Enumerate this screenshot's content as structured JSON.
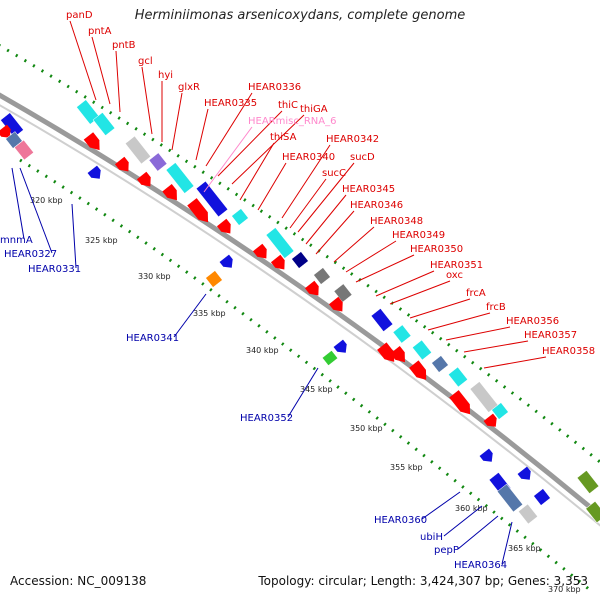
{
  "title": "Herminiimonas arsenicoxydans, complete genome",
  "accession": "Accession: NC_009138",
  "topology": "Topology: circular; Length: 3,424,307 bp; Genes: 3,353",
  "colors": {
    "forward_gene": "#ff0000",
    "cds_cyan": "#22e5e5",
    "cds_blue": "#1111dd",
    "cds_navy": "#000088",
    "cds_gray": "#c8c8c8",
    "cds_darkgray": "#777777",
    "cds_purple": "#8a6ad8",
    "cds_steel": "#5577aa",
    "cds_pink": "#ee7799",
    "cds_orange": "#ff8800",
    "cds_green": "#33cc33",
    "cds_olive": "#669922",
    "gc_skew": "#118811",
    "backbone": "#999999",
    "upper_label": "#dd0000",
    "ncrna_label": "#ff88cc",
    "lower_label": "#0000aa"
  },
  "ticks": [
    "320 kbp",
    "325 kbp",
    "330 kbp",
    "335 kbp",
    "340 kbp",
    "345 kbp",
    "350 kbp",
    "355 kbp",
    "360 kbp",
    "365 kbp",
    "370 kbp"
  ],
  "upper_labels": [
    {
      "text": "panD",
      "kind": "gene"
    },
    {
      "text": "pntA",
      "kind": "gene"
    },
    {
      "text": "pntB",
      "kind": "gene"
    },
    {
      "text": "gcl",
      "kind": "gene"
    },
    {
      "text": "hyi",
      "kind": "gene"
    },
    {
      "text": "glxR",
      "kind": "gene"
    },
    {
      "text": "HEAR0336",
      "kind": "gene"
    },
    {
      "text": "HEAR0335",
      "kind": "gene"
    },
    {
      "text": "thiC",
      "kind": "gene"
    },
    {
      "text": "thiGA",
      "kind": "gene"
    },
    {
      "text": "HEARmisc_RNA_6",
      "kind": "rna"
    },
    {
      "text": "thiSA",
      "kind": "gene"
    },
    {
      "text": "HEAR0342",
      "kind": "gene"
    },
    {
      "text": "HEAR0340",
      "kind": "gene"
    },
    {
      "text": "sucD",
      "kind": "gene"
    },
    {
      "text": "sucC",
      "kind": "gene"
    },
    {
      "text": "HEAR0345",
      "kind": "gene"
    },
    {
      "text": "HEAR0346",
      "kind": "gene"
    },
    {
      "text": "HEAR0348",
      "kind": "gene"
    },
    {
      "text": "HEAR0349",
      "kind": "gene"
    },
    {
      "text": "HEAR0350",
      "kind": "gene"
    },
    {
      "text": "HEAR0351",
      "kind": "gene"
    },
    {
      "text": "oxc",
      "kind": "gene"
    },
    {
      "text": "frcA",
      "kind": "gene"
    },
    {
      "text": "frcB",
      "kind": "gene"
    },
    {
      "text": "HEAR0356",
      "kind": "gene"
    },
    {
      "text": "HEAR0357",
      "kind": "gene"
    },
    {
      "text": "HEAR0358",
      "kind": "gene"
    }
  ],
  "lower_labels": [
    {
      "text": "mnmA"
    },
    {
      "text": "HEAR0327"
    },
    {
      "text": "HEAR0331"
    },
    {
      "text": "HEAR0341"
    },
    {
      "text": "HEAR0352"
    },
    {
      "text": "HEAR0360"
    },
    {
      "text": "ubiH"
    },
    {
      "text": "pepP"
    },
    {
      "text": "HEAR0364"
    }
  ]
}
